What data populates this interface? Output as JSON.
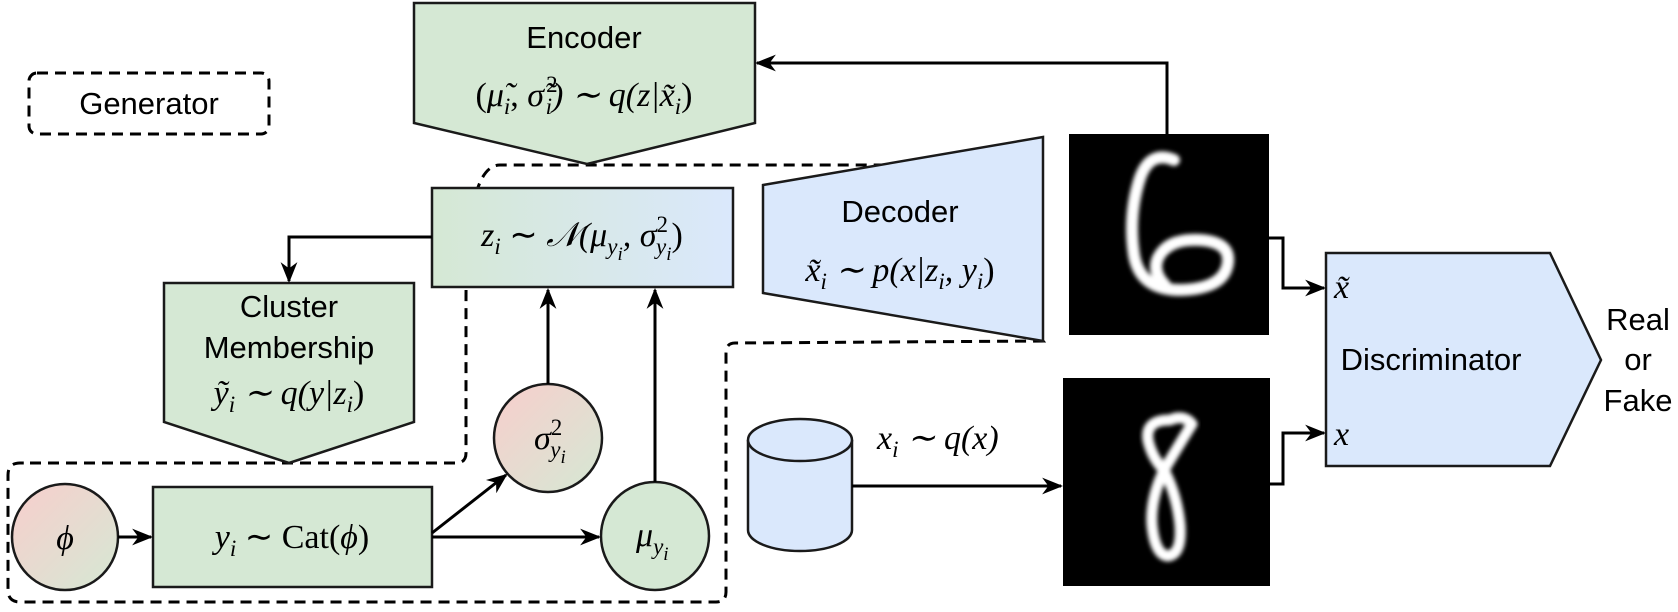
{
  "legend": {
    "generator": "Generator"
  },
  "encoder": {
    "title": "Encoder",
    "eq": {
      "tilde_mu": "μ̃",
      "sub_i": "i",
      "comma": ", ",
      "tilde_sigma": "σ̃",
      "sq": "2",
      "sub_i2": "i",
      "rest": ") ∼ q(z|x̃",
      "sub_i3": "i",
      "close": ")",
      "open": "("
    }
  },
  "latent": {
    "z": "z",
    "sub_i": "i",
    "sim": " ∼ ",
    "N": "𝒩",
    "open": "(μ",
    "y": "y",
    "i": "i",
    "comma": ", σ",
    "sq": "2",
    "close": ")"
  },
  "cluster": {
    "line1": "Cluster",
    "line2": "Membership",
    "eq": {
      "y": "ỹ",
      "i": "i",
      "rest": " ∼ q(y|z",
      "i2": "i",
      "close": ")"
    }
  },
  "decoder": {
    "title": "Decoder",
    "eq": {
      "x": "x̃",
      "i": "i",
      "rest": " ∼ p(x|z",
      "i2": "i",
      "comma": ", y",
      "i3": "i",
      "close": ")"
    }
  },
  "sigma": {
    "sym": "σ",
    "sq": "2",
    "y": "y",
    "i": "i"
  },
  "mu": {
    "sym": "μ",
    "y": "y",
    "i": "i"
  },
  "phi": {
    "sym": "ϕ"
  },
  "categorical": {
    "y": "y",
    "i": "i",
    "sim": " ∼ ",
    "cat": "Cat(",
    "phi": "ϕ",
    "close": ")"
  },
  "data": {
    "x": "x",
    "i": "i",
    "rest": " ∼ q(x)"
  },
  "discriminator": {
    "title": "Discriminator",
    "in_fake": "x̃",
    "in_real": "x"
  },
  "output": {
    "line1": "Real",
    "line2": "or",
    "line3": "Fake"
  },
  "digits": {
    "generated": "6",
    "real": "8"
  },
  "colors": {
    "green_fill": "#d5e8d4",
    "blue_fill": "#dae8fc",
    "red_fill": "#f8cecc",
    "image_bg": "#000000"
  }
}
